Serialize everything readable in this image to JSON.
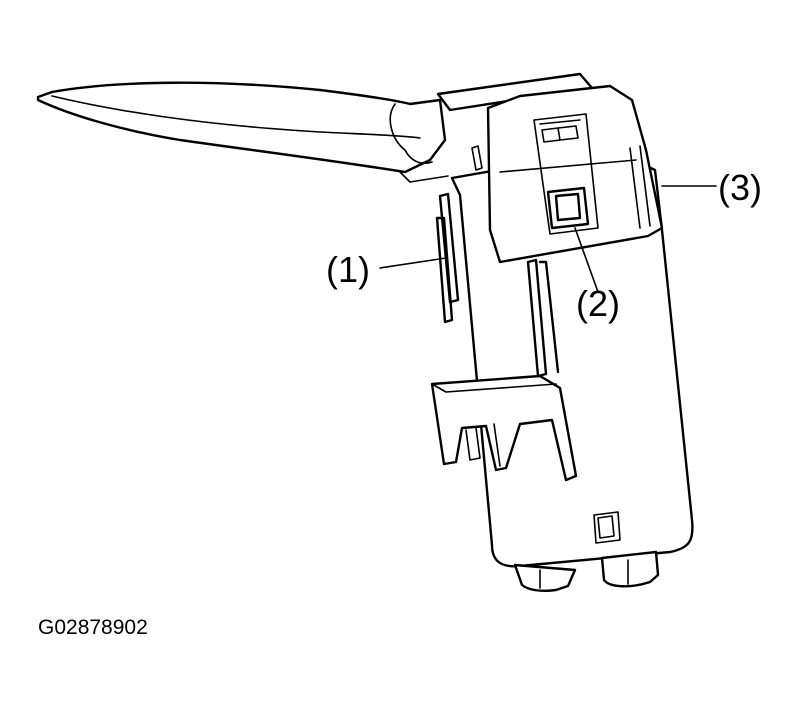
{
  "callouts": {
    "part_1": "(1)",
    "part_2": "(2)",
    "part_3": "(3)"
  },
  "figure_id": "G02878902",
  "colors": {
    "line": "#000000",
    "background": "#ffffff"
  }
}
